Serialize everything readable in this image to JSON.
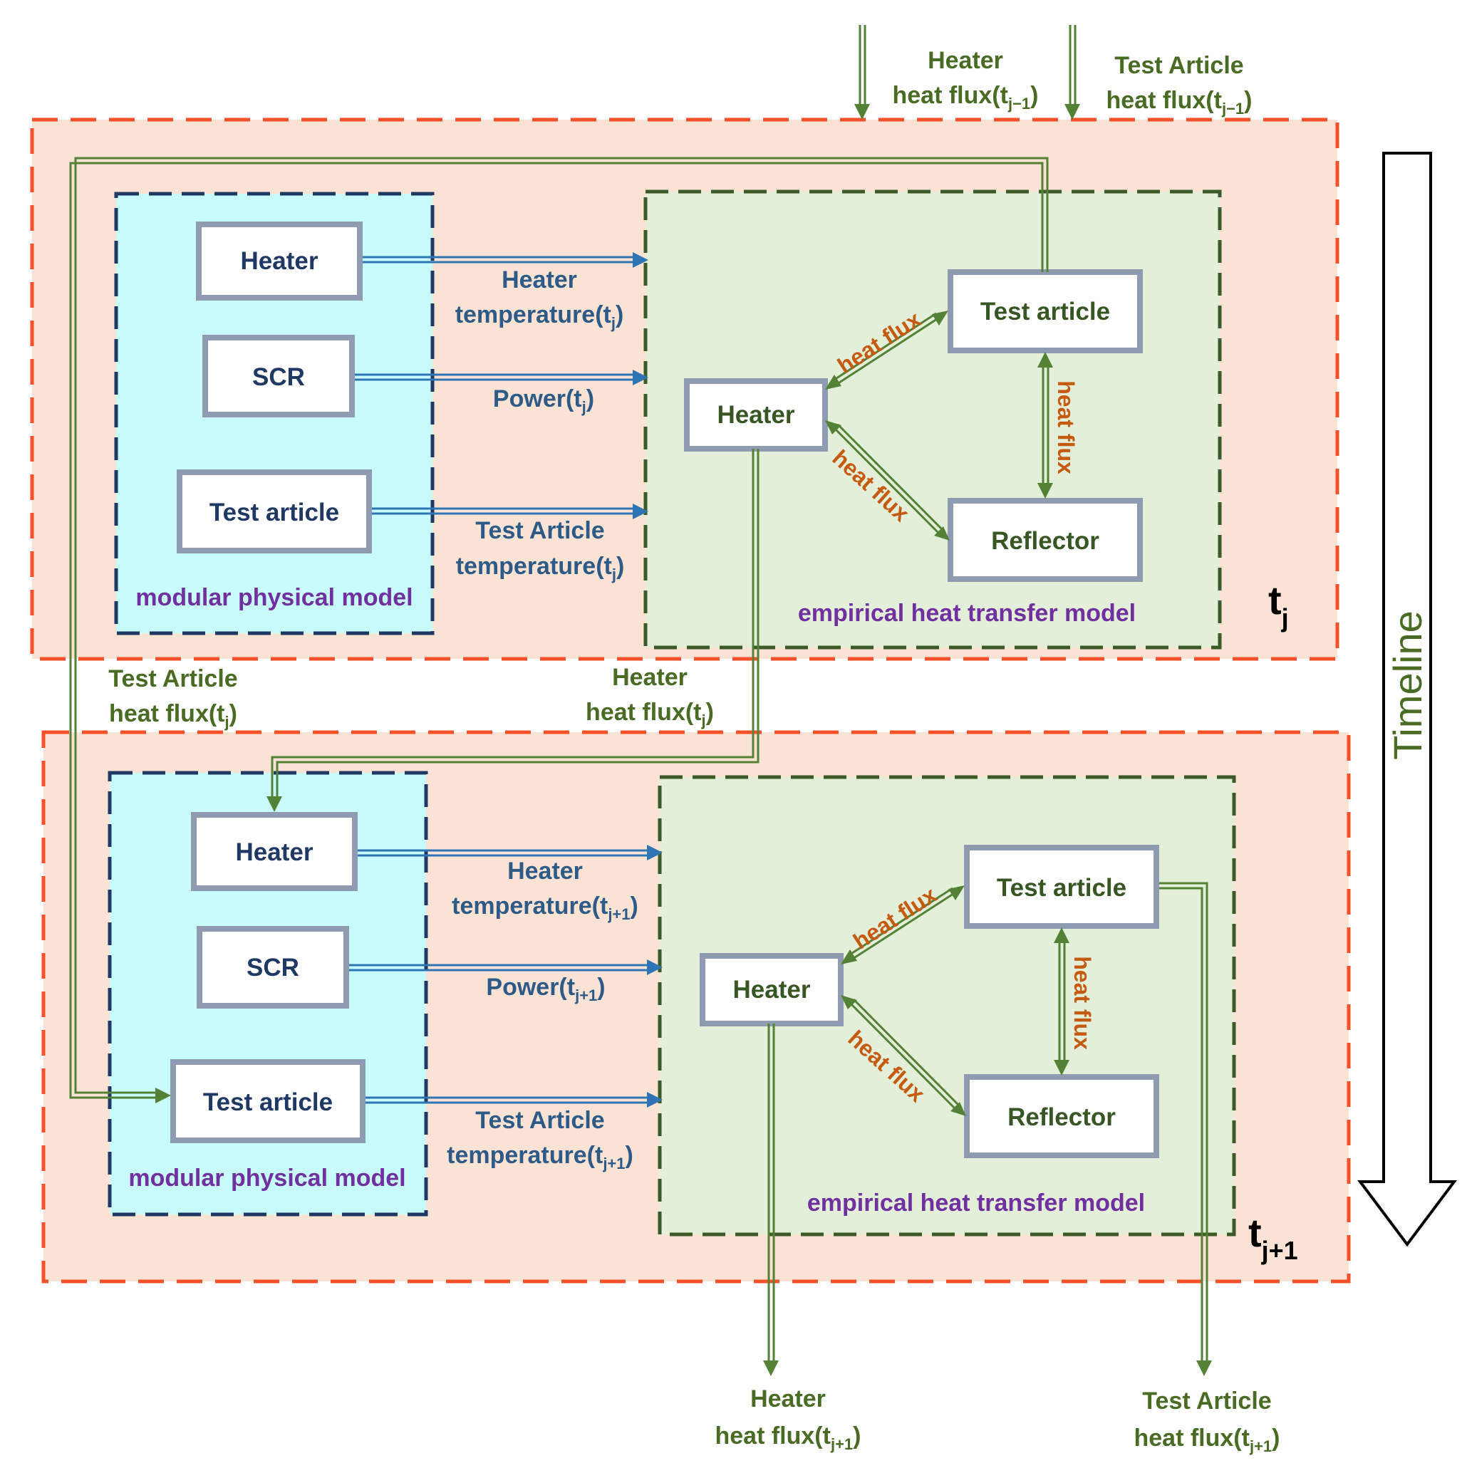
{
  "top_inputs": {
    "heater_line1": "Heater",
    "heater_line2": "heat flux(t",
    "heater_sub": "j−1",
    "test_line1": "Test Article",
    "test_line2": "heat flux(t",
    "test_sub": "j−1"
  },
  "panel_j": {
    "time_label": "t",
    "time_sub": "j",
    "physical": {
      "title": "modular physical model",
      "heater": "Heater",
      "scr": "SCR",
      "test_article": "Test article"
    },
    "links": {
      "heater_temp_1": "Heater",
      "heater_temp_2": "temperature(t",
      "power": "Power(t",
      "test_temp_1": "Test Article",
      "test_temp_2": "temperature(t",
      "sub": "j"
    },
    "empirical": {
      "title": "empirical heat transfer model",
      "test_article": "Test article",
      "heater": "Heater",
      "reflector": "Reflector",
      "flux": "heat flux"
    }
  },
  "middle_outputs": {
    "test_line1": "Test Article",
    "test_line2": "heat flux(t",
    "heater_line1": "Heater",
    "heater_line2": "heat flux(t",
    "sub": "j"
  },
  "panel_j1": {
    "time_label": "t",
    "time_sub": "j+1",
    "physical": {
      "title": "modular physical model",
      "heater": "Heater",
      "scr": "SCR",
      "test_article": "Test article"
    },
    "links": {
      "heater_temp_1": "Heater",
      "heater_temp_2": "temperature(t",
      "power": "Power(t",
      "test_temp_1": "Test Article",
      "test_temp_2": "temperature(t",
      "sub": "j+1"
    },
    "empirical": {
      "title": "empirical heat transfer model",
      "test_article": "Test article",
      "heater": "Heater",
      "reflector": "Reflector",
      "flux": "heat flux"
    }
  },
  "bottom_outputs": {
    "heater_line1": "Heater",
    "heater_line2": "heat flux(t",
    "test_line1": "Test Article",
    "test_line2": "heat flux(t",
    "sub": "j+1"
  },
  "timeline": {
    "label": "Timeline"
  },
  "colors": {
    "panel_border": "#f4502a",
    "panel_fill": "#fae3d4",
    "physical_fill": "#c8fcfc",
    "physical_border": "#1f3864",
    "empirical_fill": "#e3efd9",
    "empirical_border": "#3a5a28",
    "blue_arrow": "#2e75b6",
    "green_arrow": "#538135",
    "flux_text": "#c55a11"
  }
}
